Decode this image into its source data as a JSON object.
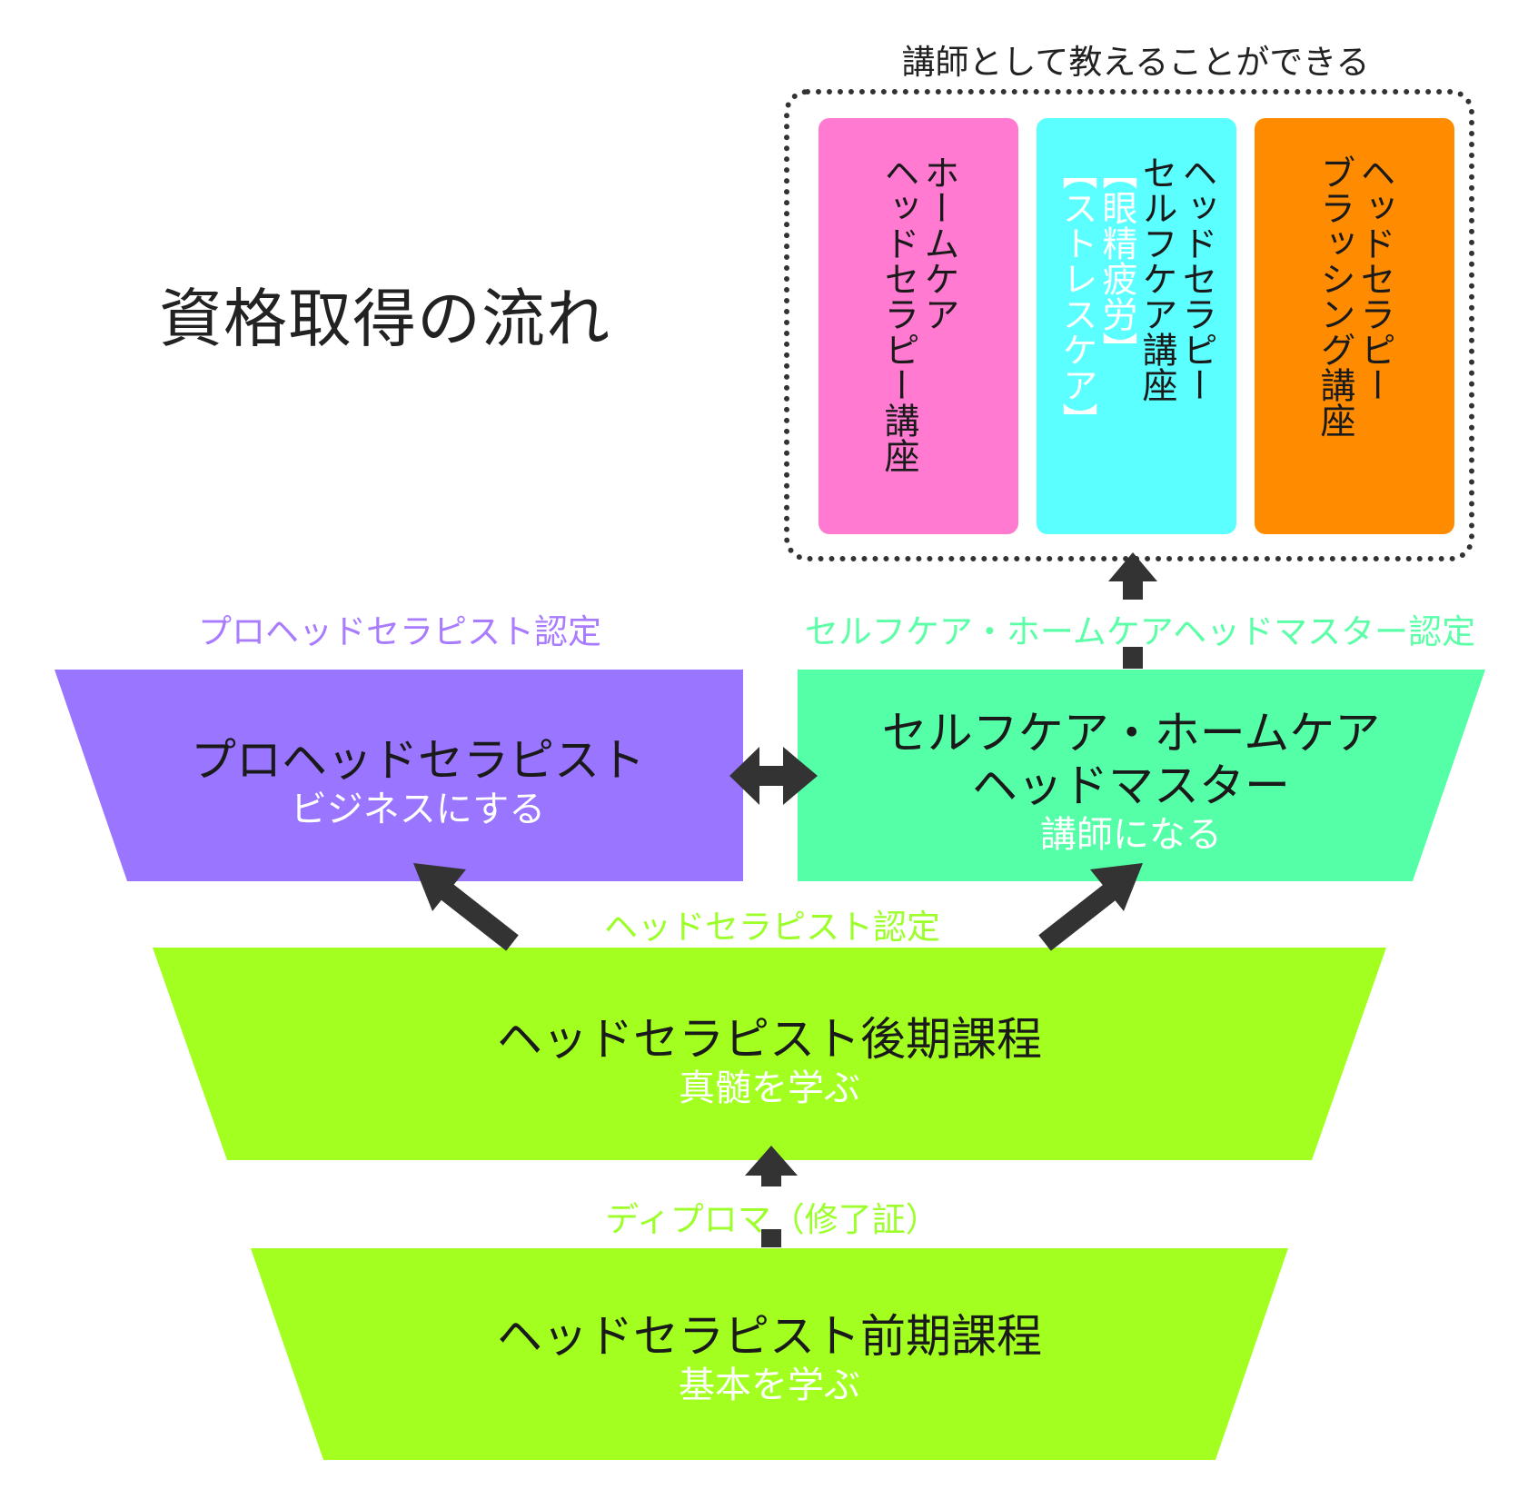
{
  "title": "資格取得の流れ",
  "teach": {
    "caption": "講師として教えることができる",
    "cards": [
      {
        "line1": "ホームケア",
        "line2": "ヘッドセラピー講座",
        "color": "#ff7ad0"
      },
      {
        "line1": "ヘッドセラピー",
        "line2": "セルフケア講座",
        "line3": "【眼精疲労】",
        "line4": "【ストレスケア】",
        "color": "#5cffff"
      },
      {
        "line1": "ヘッドセラピー",
        "line2": "ブラッシング講座",
        "color": "#ff8c00"
      }
    ]
  },
  "cert_labels": {
    "pro": "プロヘッドセラピスト認定",
    "master": "セルフケア・ホームケアヘッドマスター認定",
    "therapist": "ヘッドセラピスト認定",
    "diploma": "ディプロマ（修了証）"
  },
  "stages": {
    "pro": {
      "main": "プロヘッドセラピスト",
      "sub": "ビジネスにする",
      "color": "#9a75ff"
    },
    "master": {
      "main1": "セルフケア・ホームケア",
      "main2": "ヘッドマスター",
      "sub": "講師になる",
      "color": "#55ffa8"
    },
    "advanced": {
      "main": "ヘッドセラピスト後期課程",
      "sub": "真髄を学ぶ",
      "color": "#a2ff1f"
    },
    "basic": {
      "main": "ヘッドセラピスト前期課程",
      "sub": "基本を学ぶ",
      "color": "#a2ff1f"
    }
  },
  "colors": {
    "arrow": "#333333",
    "label_pro": "#a87bff",
    "label_master": "#5cffa8",
    "label_green": "#9cff2a"
  }
}
